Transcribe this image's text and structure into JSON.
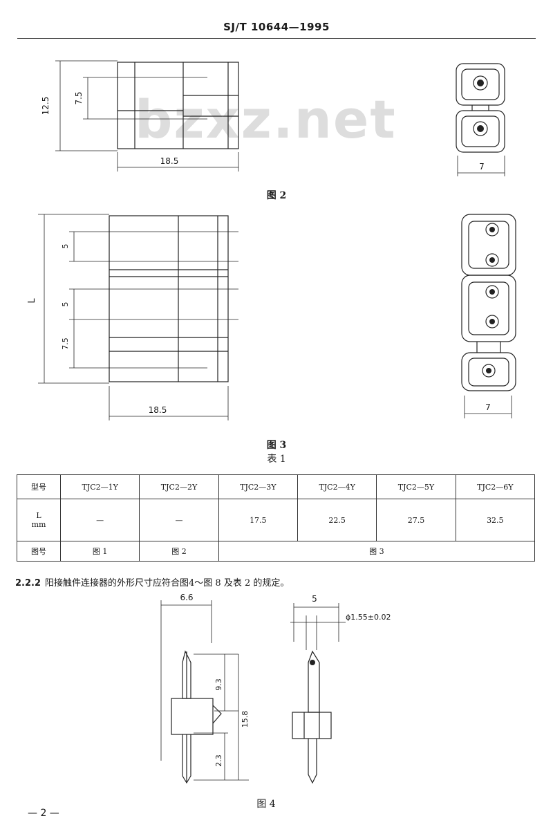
{
  "header": {
    "standard_number": "SJ/T 10644—1995"
  },
  "watermark": "bzxz.net",
  "figure2": {
    "caption": "图 2",
    "dim_height_total": "12.5",
    "dim_pitch": "7.5",
    "dim_width": "18.5",
    "dim_side_width": "7"
  },
  "figure3": {
    "caption": "图 3",
    "dim_height_label": "L",
    "dim_top_small": "5",
    "dim_mid_small": "5",
    "dim_pitch": "7.5",
    "dim_width": "18.5",
    "dim_side_width": "7"
  },
  "table1": {
    "caption": "表 1",
    "row_header_model": "型号",
    "row_header_L": "L",
    "row_header_L_unit": "mm",
    "row_header_fig": "图号",
    "models": [
      "TJC2—1Y",
      "TJC2—2Y",
      "TJC2—3Y",
      "TJC2—4Y",
      "TJC2—5Y",
      "TJC2—6Y"
    ],
    "L_values": [
      "—",
      "—",
      "17.5",
      "22.5",
      "27.5",
      "32.5"
    ],
    "fig_refs": [
      "图 1",
      "图 2",
      "图 3"
    ]
  },
  "clause": {
    "number": "2.2.2",
    "text": "阳接触件连接器的外形尺寸应符合图4～图 8 及表 2 的规定。"
  },
  "figure4": {
    "caption": "图 4",
    "dim_top_width": "6.6",
    "dim_upper_pin": "9.3",
    "dim_total": "15.8",
    "dim_lower_pin": "2.3",
    "dim_right_width": "5",
    "dim_pin_diameter": "ϕ1.55±0.02"
  },
  "page_number": "— 2 —"
}
